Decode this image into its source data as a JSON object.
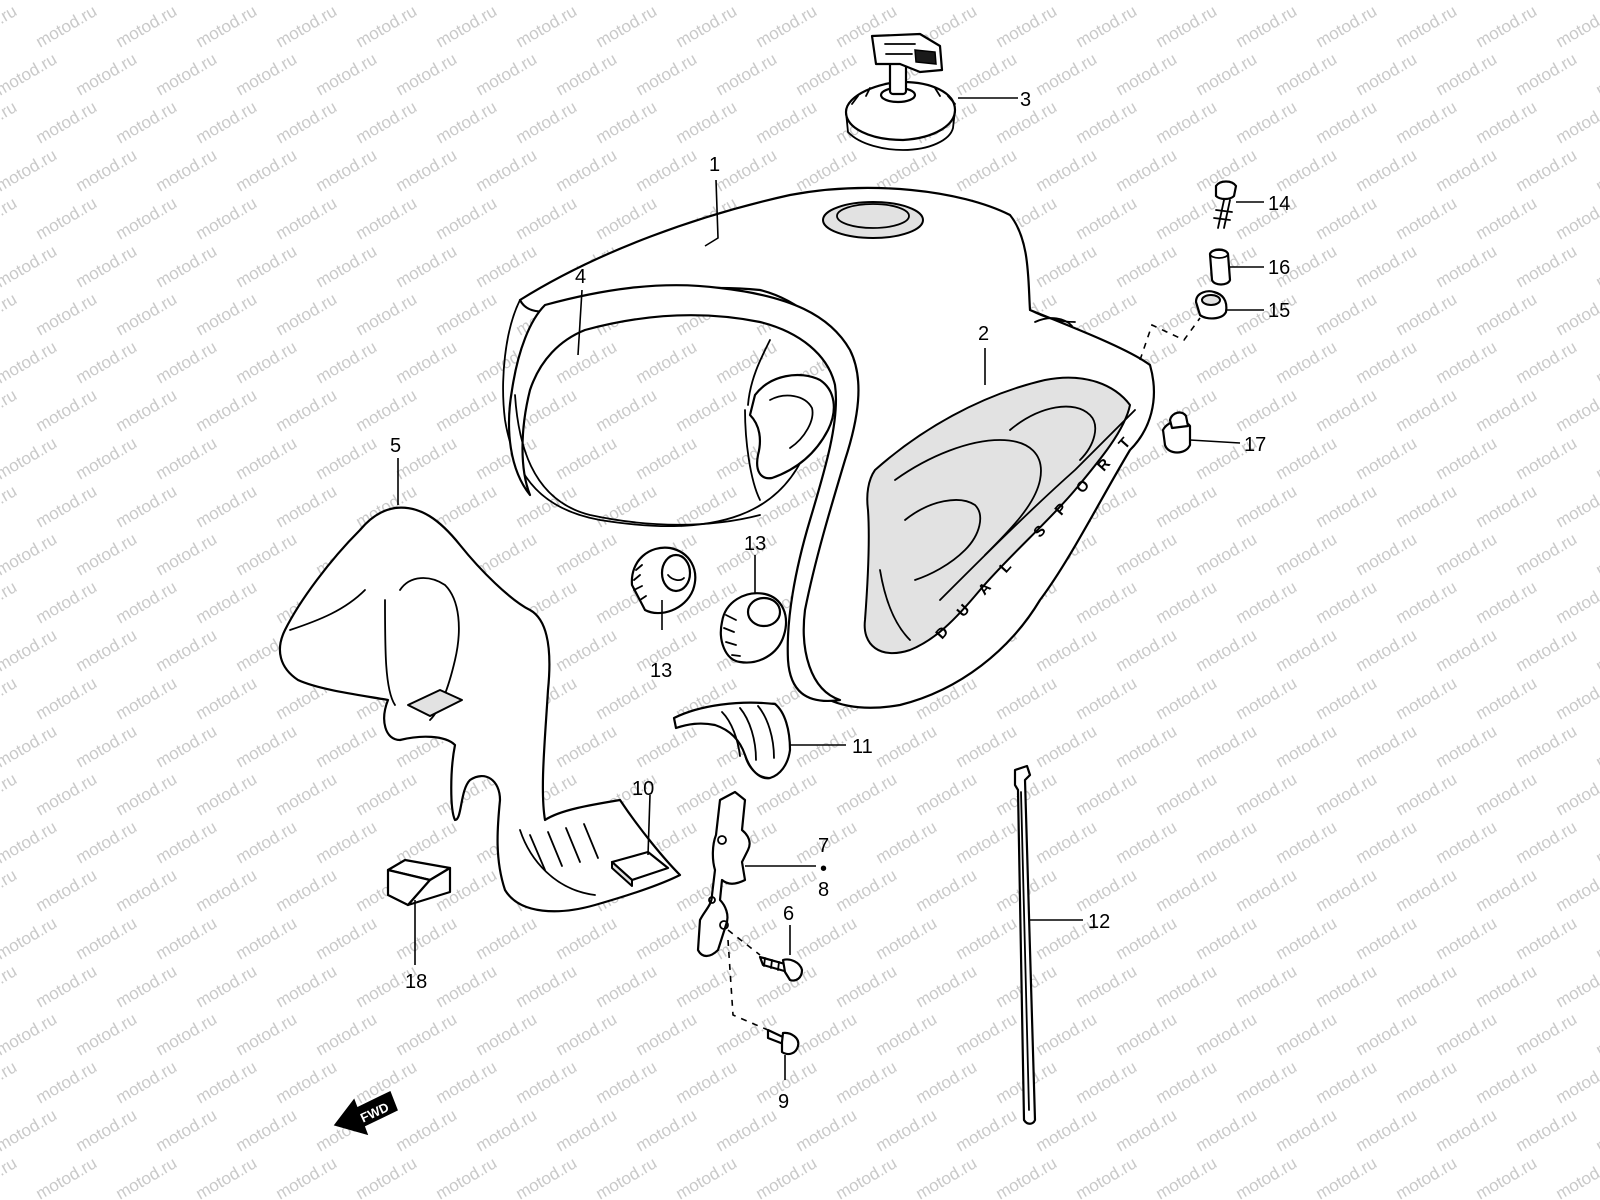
{
  "watermark": {
    "text": "motod.ru",
    "color": "#c9c9c9"
  },
  "decal": {
    "letters": [
      "D",
      "U",
      "A",
      "L",
      "S",
      "P",
      "O",
      "R",
      "T"
    ]
  },
  "forward_arrow": {
    "label": "FWD"
  },
  "callouts": [
    {
      "id": "1",
      "text": "1"
    },
    {
      "id": "2",
      "text": "2"
    },
    {
      "id": "3",
      "text": "3"
    },
    {
      "id": "4",
      "text": "4"
    },
    {
      "id": "5",
      "text": "5"
    },
    {
      "id": "6",
      "text": "6"
    },
    {
      "id": "7",
      "text": "7"
    },
    {
      "id": "8",
      "text": "8"
    },
    {
      "id": "9",
      "text": "9"
    },
    {
      "id": "10",
      "text": "10"
    },
    {
      "id": "11",
      "text": "11"
    },
    {
      "id": "12",
      "text": "12"
    },
    {
      "id": "13a",
      "text": "13"
    },
    {
      "id": "13b",
      "text": "13"
    },
    {
      "id": "14",
      "text": "14"
    },
    {
      "id": "15",
      "text": "15"
    },
    {
      "id": "16",
      "text": "16"
    },
    {
      "id": "17",
      "text": "17"
    },
    {
      "id": "18",
      "text": "18"
    },
    {
      "id": "78sep",
      "text": "•"
    }
  ]
}
